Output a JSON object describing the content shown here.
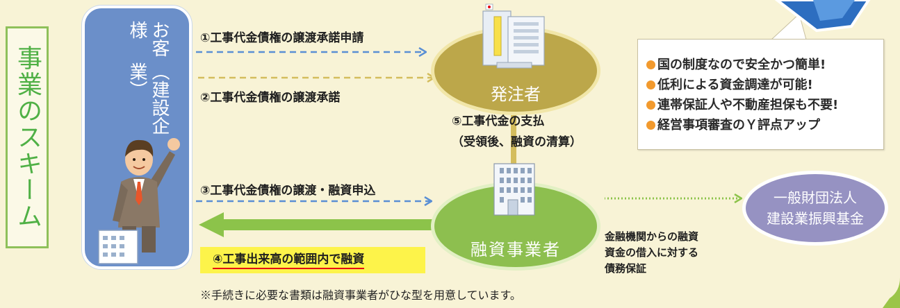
{
  "title": "事業のスキーム",
  "customer": {
    "line1": "お客様",
    "line2": "（建設企業）"
  },
  "client": {
    "label": "発注者"
  },
  "lender": {
    "label": "融資事業者"
  },
  "fund": {
    "line1": "一般財団法人",
    "line2": "建設業振興基金"
  },
  "steps": {
    "step1": "①工事代金債権の譲渡承諾申請",
    "step2": "②工事代金債権の譲渡承諾",
    "step3": "③工事代金債権の譲渡・融資申込",
    "step4": "④工事出来高の範囲内で融資",
    "step5_line1": "⑤工事代金の支払",
    "step5_line2": "（受領後、融資の清算）"
  },
  "guarantee": {
    "line1": "金融機関からの融資",
    "line2": "資金の借入に対する",
    "line3": "債務保証"
  },
  "benefits": [
    "国の制度なので安全かつ簡単!",
    "低利による資金調達が可能!",
    "連帯保証人や不動産担保も不要!",
    "経営事項審査のＹ評点アップ"
  ],
  "footnote": "※手続きに必要な書類は融資事業者がひな型を用意しています。",
  "colors": {
    "background": "#f8f3d6",
    "title_green": "#4fb045",
    "customer_blue": "#6b8fc9",
    "client_gold": "#bca74a",
    "lender_green": "#8dbf4f",
    "fund_purple": "#9692c2",
    "arrow_blue": "#5a8fd4",
    "arrow_gold": "#d4bd5d",
    "arrow_green": "#8cc34a",
    "highlight_yellow": "#fdf34a",
    "bullet_orange": "#f29a2e"
  },
  "icons": [
    "building-icon",
    "office-building-icon",
    "businessman-icon",
    "small-building-icon",
    "shield-icon"
  ]
}
